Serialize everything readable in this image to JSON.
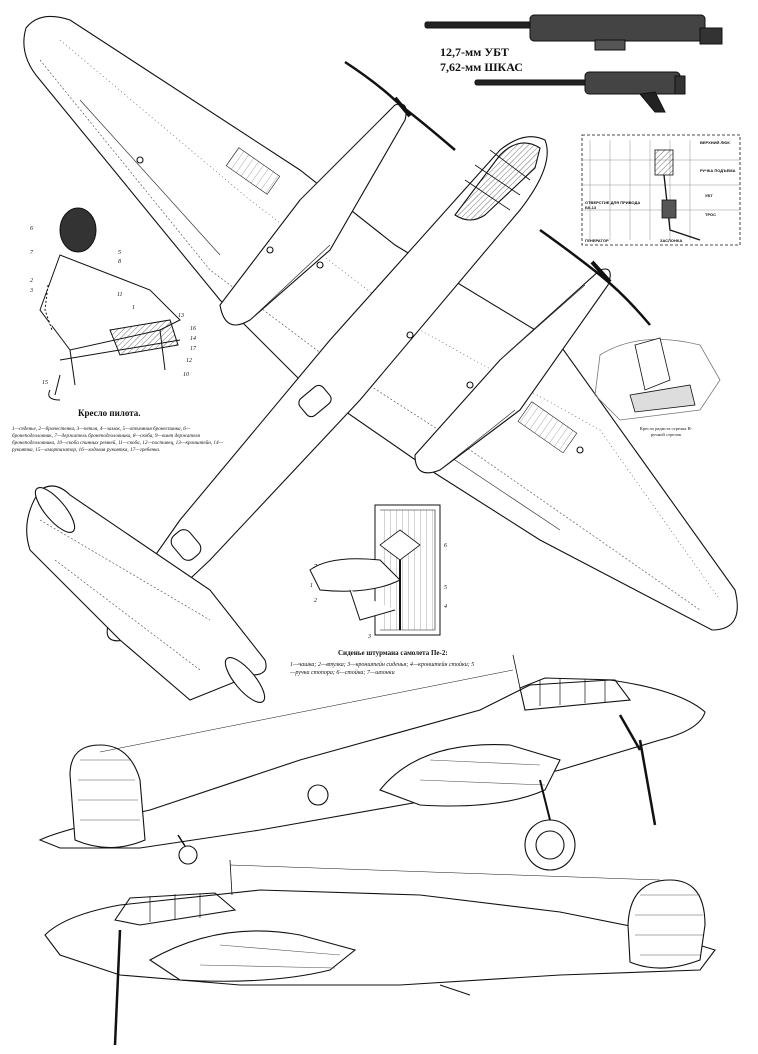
{
  "guns": {
    "title_line1": "12,7-мм УБТ",
    "title_line2": "7,62-мм ШКАС"
  },
  "pilot_seat": {
    "caption": "Кресло пилота.",
    "legend": "1—седенье, 2—бронестенка, 3—петля, 4—замок, 5—отъемная бронеспинка, 6—бронеподголовник, 7—держатель бронеподголовника, 8—скоба, 9—винт держателя бронеподголовника, 10—скоба спинных ремней, 11—скоба, 12—поставец, 13—кронштейн, 14—рукоятка, 15—амортизатор, 16—ходовая рукоятка, 17—гребенка.",
    "callouts": [
      "6",
      "7",
      "5",
      "8",
      "2",
      "3",
      "11",
      "1",
      "13",
      "16",
      "14",
      "17",
      "12",
      "10",
      "15"
    ]
  },
  "navigator_seat": {
    "caption": "Сиденье штурмана самолета Пе-2:",
    "legend": "1—чашка; 2—втулка; 3—кронштейн сиденья; 4—кронштейн стойки; 5—ручка стопора; 6—стойка; 7—шпонки",
    "callouts": [
      "7",
      "6",
      "1",
      "2",
      "5",
      "4",
      "3"
    ]
  },
  "hatch_detail": {
    "labels": [
      "ВЕРХНИЙ ЛЮК",
      "РУЧКА ПОДЪЕМА",
      "ОТВЕРСТИЕ ДЛЯ ПРИВОДА БК-13",
      "ГЕНЕРАТОР",
      "ЗАСЛОНКА",
      "ТРОС",
      "УБТ"
    ]
  },
  "small_seat": {
    "caption": "Кресло радиста стрелка В-ручной стрелок"
  }
}
